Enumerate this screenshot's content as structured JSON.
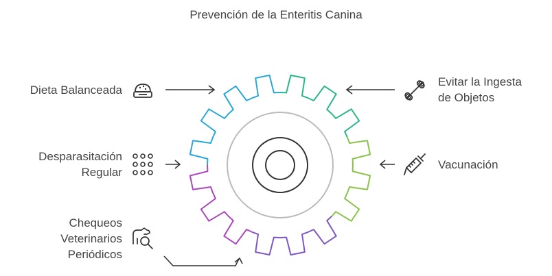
{
  "title": "Prevención de la Enteritis Canina",
  "items": {
    "diet": {
      "label": "Dieta Balanceada",
      "icon": "food-bowl-icon",
      "color": "#2bb58a"
    },
    "deworming": {
      "label_line1": "Desparasitación",
      "label_line2": "Regular",
      "icon": "dots-grid-icon",
      "color": "#2fa8d6"
    },
    "checkups": {
      "label_line1": "Chequeos",
      "label_line2": "Veterinarios",
      "label_line3": "Periódicos",
      "icon": "dog-search-icon",
      "color": "#8a5bd6"
    },
    "objects": {
      "label_line1": "Evitar la Ingesta",
      "label_line2": "de Objetos",
      "icon": "bone-icon",
      "color": "#8bc34a"
    },
    "vaccination": {
      "label": "Vacunación",
      "icon": "syringe-icon",
      "color": "#6a5acd"
    }
  },
  "gear": {
    "segment_colors": [
      "#2bb58a",
      "#8bc34a",
      "#7e57c2",
      "#ab47bc",
      "#29a8d8"
    ]
  }
}
